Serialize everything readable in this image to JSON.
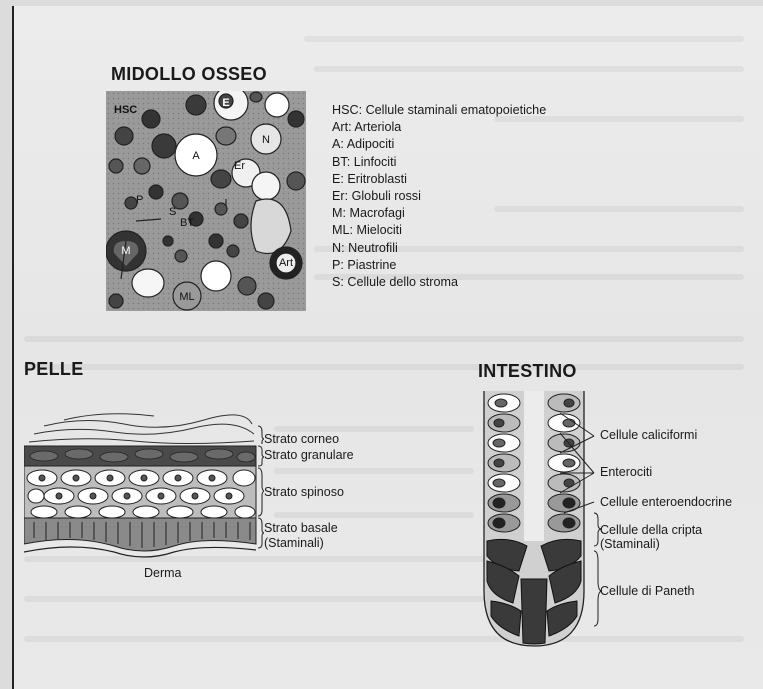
{
  "marrow": {
    "title": "MIDOLLO OSSEO",
    "cell_tags": {
      "HSC": "HSC",
      "E": "E",
      "N": "N",
      "A": "A",
      "Er": "Er",
      "P": "P",
      "S": "S",
      "BT": "BT",
      "M": "M",
      "Art": "Art",
      "ML": "ML"
    },
    "legend": [
      "HSC: Cellule staminali ematopoietiche",
      "Art: Arteriola",
      "A: Adipociti",
      "BT: Linfociti",
      "E: Eritroblasti",
      "Er: Globuli rossi",
      "M: Macrofagi",
      "ML: Mielociti",
      "N: Neutrofili",
      "P: Piastrine",
      "S: Cellule dello stroma"
    ]
  },
  "skin": {
    "title": "PELLE",
    "layers": {
      "corneum": "Strato corneo",
      "granular": "Strato granulare",
      "spinous": "Strato spinoso",
      "basal": "Strato basale",
      "basal_note": "(Staminali)"
    },
    "dermis": "Derma"
  },
  "intestine": {
    "title": "INTESTINO",
    "labels": {
      "goblet": "Cellule caliciformi",
      "enterocytes": "Enterociti",
      "enteroendocrine": "Cellule enteroendocrine",
      "crypt": "Cellule della cripta",
      "crypt_note": "(Staminali)",
      "paneth": "Cellule di Paneth"
    }
  }
}
